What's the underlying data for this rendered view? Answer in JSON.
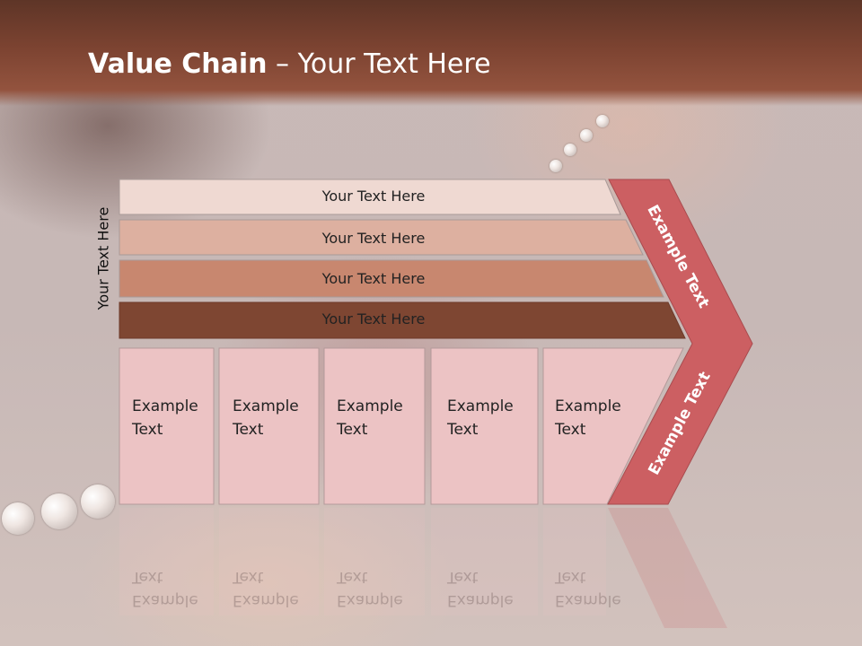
{
  "title": {
    "bold": "Value Chain",
    "rest": " – Your Text Here"
  },
  "side_label": "Your Text Here",
  "bars": [
    {
      "label": "Your Text Here",
      "color": "#efd9d2"
    },
    {
      "label": "Your Text Here",
      "color": "#ddb0a0"
    },
    {
      "label": "Your Text Here",
      "color": "#c8876f"
    },
    {
      "label": "Your Text Here",
      "color": "#7e4632"
    }
  ],
  "boxes": [
    {
      "line1": "Example",
      "line2": "Text"
    },
    {
      "line1": "Example",
      "line2": "Text"
    },
    {
      "line1": "Example",
      "line2": "Text"
    },
    {
      "line1": "Example",
      "line2": "Text"
    },
    {
      "line1": "Example",
      "line2": "Text"
    }
  ],
  "box_color": "#ecc3c4",
  "arrow": {
    "top_label": "Example Text",
    "bottom_label": "Example Text",
    "color": "#cc5f62"
  }
}
